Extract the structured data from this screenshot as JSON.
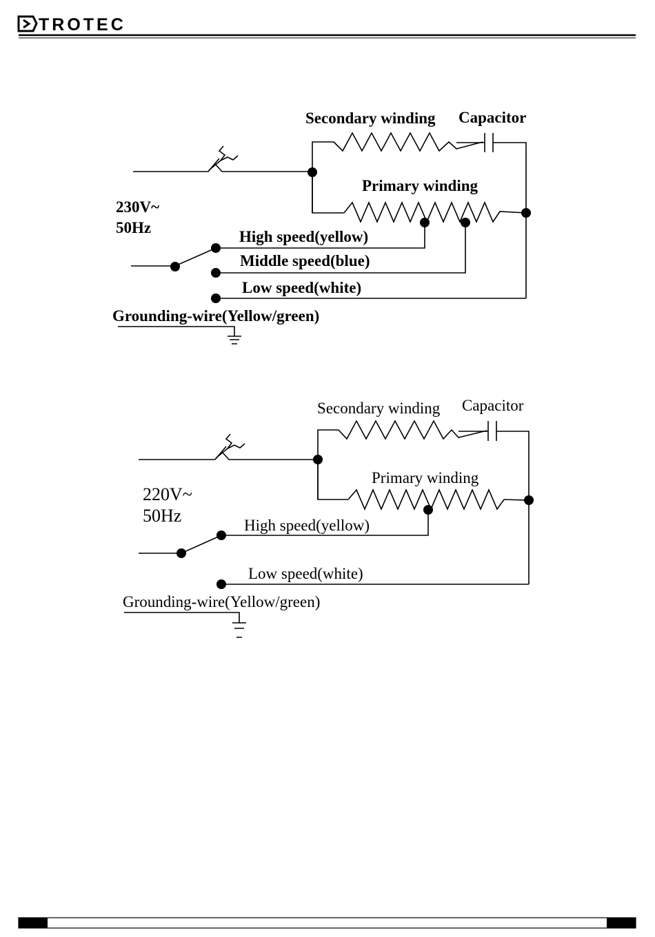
{
  "header": {
    "brand": "TROTEC"
  },
  "diagram_230": {
    "secondary_winding": "Secondary winding",
    "capacitor": "Capacitor",
    "primary_winding": "Primary winding",
    "voltage": "230V~",
    "frequency": "50Hz",
    "high_speed": "High speed(yellow)",
    "middle_speed": "Middle speed(blue)",
    "low_speed": "Low speed(white)",
    "grounding": "Grounding-wire(Yellow/green)"
  },
  "diagram_220": {
    "secondary_winding": "Secondary winding",
    "capacitor": "Capacitor",
    "primary_winding": "Primary winding",
    "voltage": "220V~",
    "frequency": "50Hz",
    "high_speed": "High speed(yellow)",
    "low_speed": "Low speed(white)",
    "grounding": "Grounding-wire(Yellow/green)"
  }
}
